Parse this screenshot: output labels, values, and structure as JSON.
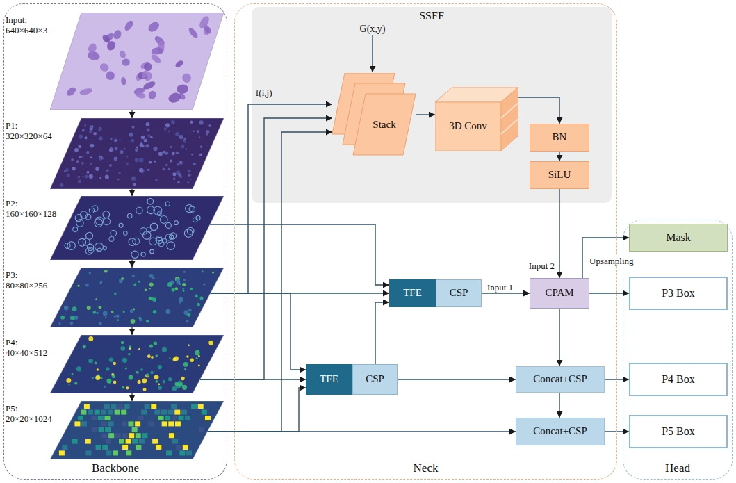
{
  "diagram": {
    "nodes": [
      {
        "text": [
          "Backbone"
        ]
      },
      {
        "text": [
          "Input: 640×640×3"
        ],
        "in": 0
      },
      {
        "text": [
          "P1: 320×320×64"
        ],
        "in": 0
      },
      {
        "text": [
          "P2: 160×160×128"
        ],
        "in": 0
      },
      {
        "text": [
          "P3: 80×80×256"
        ],
        "in": 0
      },
      {
        "text": [
          "P4: 40×40×512"
        ],
        "in": 0
      },
      {
        "text": [
          "P5: 20×20×1024"
        ],
        "in": 0
      },
      {
        "text": [
          "Neck"
        ]
      },
      {
        "text": [
          "SSFF"
        ],
        "in": 7
      },
      {
        "text": [
          "Stack"
        ],
        "in": 8
      },
      {
        "text": [
          "3D Conv"
        ],
        "in": 8
      },
      {
        "text": [
          "BN"
        ],
        "in": 8
      },
      {
        "text": [
          "SiLU"
        ],
        "in": 8
      },
      {
        "text": [
          "TFE"
        ],
        "in": 7
      },
      {
        "text": [
          "CSP"
        ],
        "in": 7
      },
      {
        "text": [
          "CPAM"
        ],
        "in": 7
      },
      {
        "text": [
          "TFE"
        ],
        "in": 7
      },
      {
        "text": [
          "CSP"
        ],
        "in": 7
      },
      {
        "text": [
          "Concat+CSP"
        ],
        "in": 7
      },
      {
        "text": [
          "Concat+CSP"
        ],
        "in": 7
      },
      {
        "text": [
          "Head"
        ]
      },
      {
        "text": [
          "Mask"
        ],
        "in": 20
      },
      {
        "text": [
          "P3 Box"
        ],
        "in": 20
      },
      {
        "text": [
          "P4 Box"
        ],
        "in": 20
      },
      {
        "text": [
          "P5 Box"
        ],
        "in": 20
      }
    ],
    "edges": [
      {
        "from": 1,
        "to": 2,
        "arrow": "to"
      },
      {
        "from": 2,
        "to": 3,
        "arrow": "to"
      },
      {
        "from": 3,
        "to": 4,
        "arrow": "to"
      },
      {
        "from": 4,
        "to": 5,
        "arrow": "to"
      },
      {
        "from": 5,
        "to": 6,
        "arrow": "to"
      },
      {
        "from": 3,
        "to": 13,
        "arrow": "to"
      },
      {
        "from": 4,
        "to": 13,
        "arrow": "to"
      },
      {
        "from": 17,
        "to": 13,
        "arrow": "to"
      },
      {
        "from": 4,
        "to": 16,
        "arrow": "to"
      },
      {
        "from": 5,
        "to": 16,
        "arrow": "to"
      },
      {
        "from": 6,
        "to": 16,
        "arrow": "to"
      },
      {
        "from": 4,
        "to": 9,
        "label": "f(i,j)",
        "arrow": "to"
      },
      {
        "from": 5,
        "to": 9,
        "arrow": "to"
      },
      {
        "from": 6,
        "to": 9,
        "arrow": "to"
      },
      {
        "from": 9,
        "to": 10,
        "arrow": "to"
      },
      {
        "from": 10,
        "to": 11,
        "arrow": "to"
      },
      {
        "from": 11,
        "to": 12,
        "arrow": "to"
      },
      {
        "from": 12,
        "to": 15,
        "label": "Input 2",
        "arrow": "to"
      },
      {
        "from": 14,
        "to": 15,
        "label": "Input 1",
        "arrow": "to"
      },
      {
        "from": 15,
        "to": 21,
        "label": "Upsampling",
        "arrow": "to"
      },
      {
        "from": 15,
        "to": 22,
        "arrow": "to"
      },
      {
        "from": 15,
        "to": 18,
        "arrow": "to"
      },
      {
        "from": 17,
        "to": 18,
        "arrow": "to"
      },
      {
        "from": 18,
        "to": 23,
        "arrow": "to"
      },
      {
        "from": 18,
        "to": 19,
        "arrow": "to"
      },
      {
        "from": 6,
        "to": 19,
        "arrow": "to"
      },
      {
        "from": 19,
        "to": 24,
        "arrow": "to"
      }
    ],
    "labels": [
      "G(x,y)"
    ]
  }
}
